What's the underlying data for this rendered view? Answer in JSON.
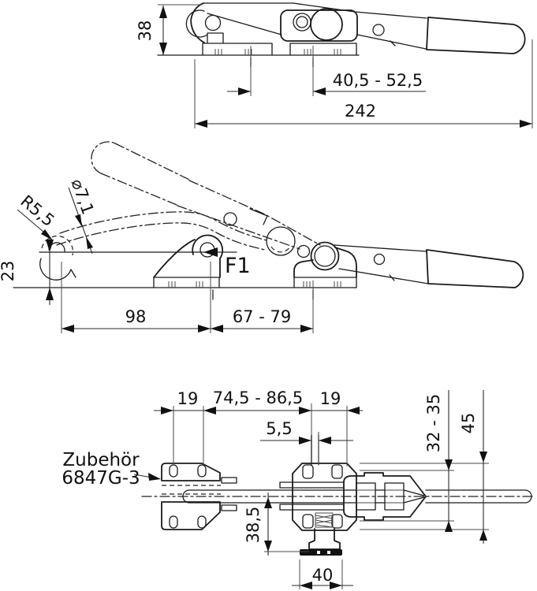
{
  "drawing": {
    "background": "#ffffff",
    "line_color": "#1b1b1b",
    "views": {
      "top": {
        "dims": {
          "body_height": "38",
          "adjust_range": "40,5 - 52,5",
          "overall_length": "242"
        }
      },
      "side": {
        "dims": {
          "rod_diameter": "⌀7,1",
          "hook_radius": "R5,5",
          "hook_height": "23",
          "force_label": "F1",
          "hook_distance": "98",
          "clamping_range": "67 - 79"
        }
      },
      "bottom": {
        "accessory": {
          "line1": "Zubehör",
          "line2": "6847G-3"
        },
        "dims": {
          "hole_pitch_left": "19",
          "adjust_range": "74,5 - 86,5",
          "hole_pitch_right": "19",
          "slot_width": "5,5",
          "hole_row_range": "32 - 35",
          "plate_span": "45",
          "spindle_depth": "38,5",
          "pad_width": "40"
        }
      }
    }
  }
}
